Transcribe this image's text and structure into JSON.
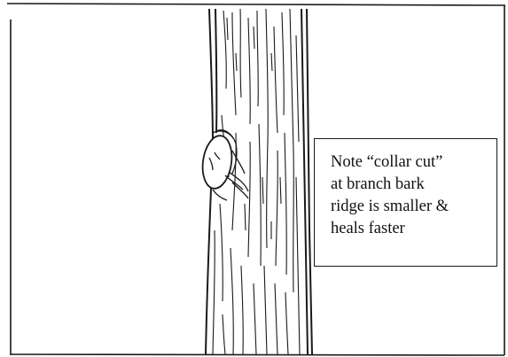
{
  "note": {
    "lines": [
      "Note “collar cut”",
      "at branch bark",
      "ridge is smaller &",
      "heals faster"
    ]
  },
  "colors": {
    "ink": "#1a1a1a",
    "background": "#ffffff"
  }
}
